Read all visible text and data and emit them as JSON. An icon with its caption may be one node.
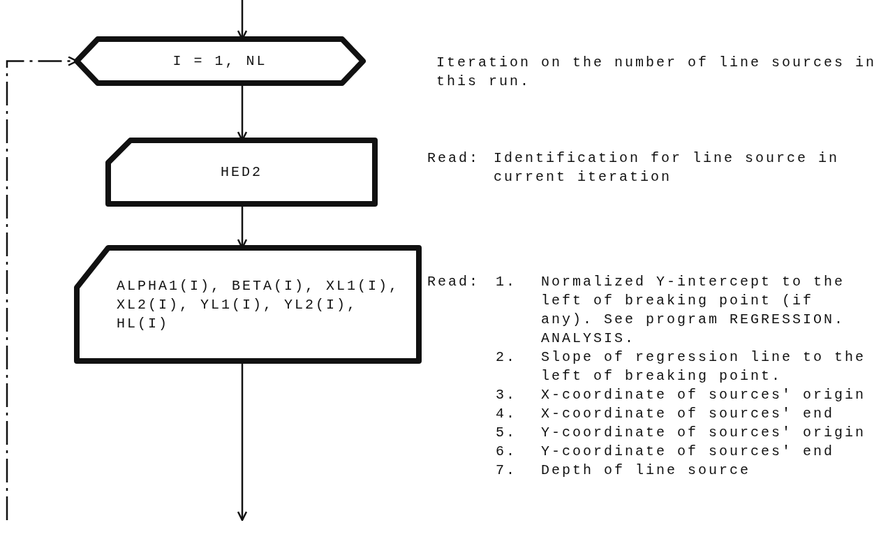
{
  "diagram": {
    "nodes": [
      {
        "text": [
          "I = 1, NL"
        ]
      },
      {
        "text": [
          "HED2"
        ]
      },
      {
        "text": [
          "ALPHA1(I), BETA(I), XL1(I), XL2(I), YL1(I), YL2(I), HL(I)"
        ]
      }
    ],
    "edges": [
      {
        "from": null,
        "to": 0,
        "arrow": "to"
      },
      {
        "from": 0,
        "to": 1,
        "arrow": "to"
      },
      {
        "from": 1,
        "to": 2,
        "arrow": "to"
      },
      {
        "from": 2,
        "to": null,
        "arrow": "to"
      },
      {
        "from": null,
        "to": 0,
        "arrow": "to",
        "style": "dashed"
      }
    ],
    "labels": [
      "Iteration on the number of line sources in this run.",
      "Read:",
      "Identification for line source in current iteration",
      "Read:",
      "1.",
      "Normalized Y-intercept to the left of breaking point (if any). See program REGRESSION. ANALYSIS.",
      "2.",
      "Slope of regression line to the left of breaking point.",
      "3.",
      "X-coordinate of sources' origin",
      "4.",
      "X-coordinate of sources' end",
      "5.",
      "Y-coordinate of sources' origin",
      "6.",
      "Y-coordinate of sources' end",
      "7.",
      "Depth of line source"
    ]
  }
}
